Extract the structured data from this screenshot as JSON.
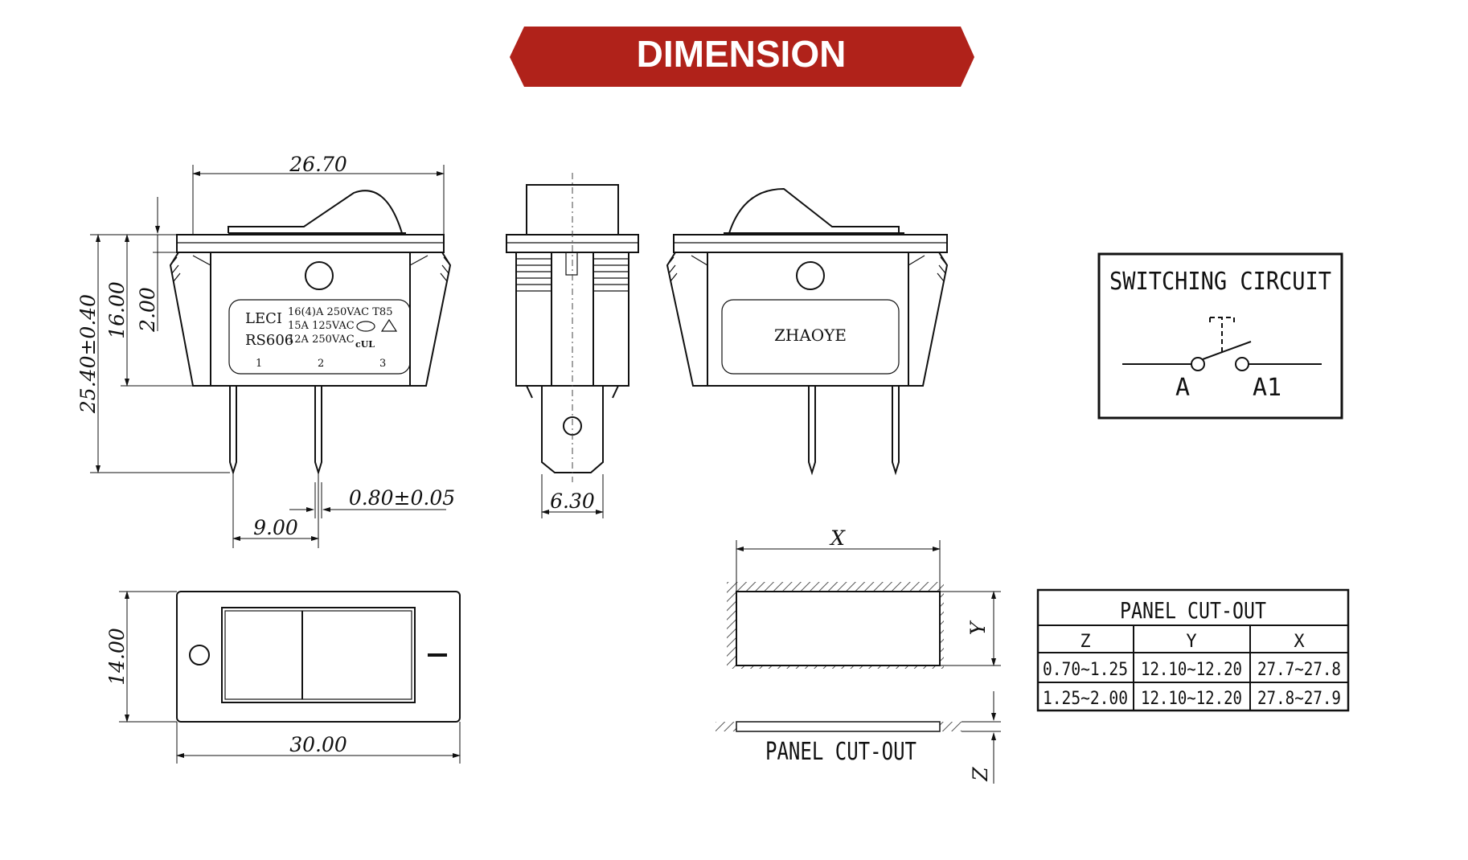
{
  "banner": {
    "title": "DIMENSION",
    "color": "#b0221a"
  },
  "front_view": {
    "width_dim": "26.70",
    "height_total_dim": "25.40±0.40",
    "height_body_dim": "16.00",
    "rocker_dim": "2.00",
    "pin_thickness_dim": "0.80±0.05",
    "pin_pitch_dim": "9.00",
    "label": {
      "brand": "LECI",
      "model": "RS606",
      "rating_1": "16(4)A  250VAC  T85",
      "rating_2": "15A   125VAC",
      "rating_3": "12A   250VAC",
      "pin_1": "1",
      "pin_2": "2",
      "pin_3": "3"
    }
  },
  "side_view": {
    "width_dim": "6.30"
  },
  "rear_view": {
    "brand": "ZHAOYE"
  },
  "top_view": {
    "height_dim": "14.00",
    "width_dim": "30.00",
    "off_symbol": "O",
    "on_symbol": "I"
  },
  "switching_circuit": {
    "title": "SWITCHING CIRCUIT",
    "terminal_a": "A",
    "terminal_a1": "A1"
  },
  "cutout_drawing": {
    "x_label": "X",
    "y_label": "Y",
    "z_label": "Z",
    "caption": "PANEL CUT-OUT"
  },
  "cutout_table": {
    "title": "PANEL CUT-OUT",
    "headers": [
      "Z",
      "Y",
      "X"
    ],
    "rows": [
      [
        "0.70~1.25",
        "12.10~12.20",
        "27.7~27.8"
      ],
      [
        "1.25~2.00",
        "12.10~12.20",
        "27.8~27.9"
      ]
    ]
  }
}
